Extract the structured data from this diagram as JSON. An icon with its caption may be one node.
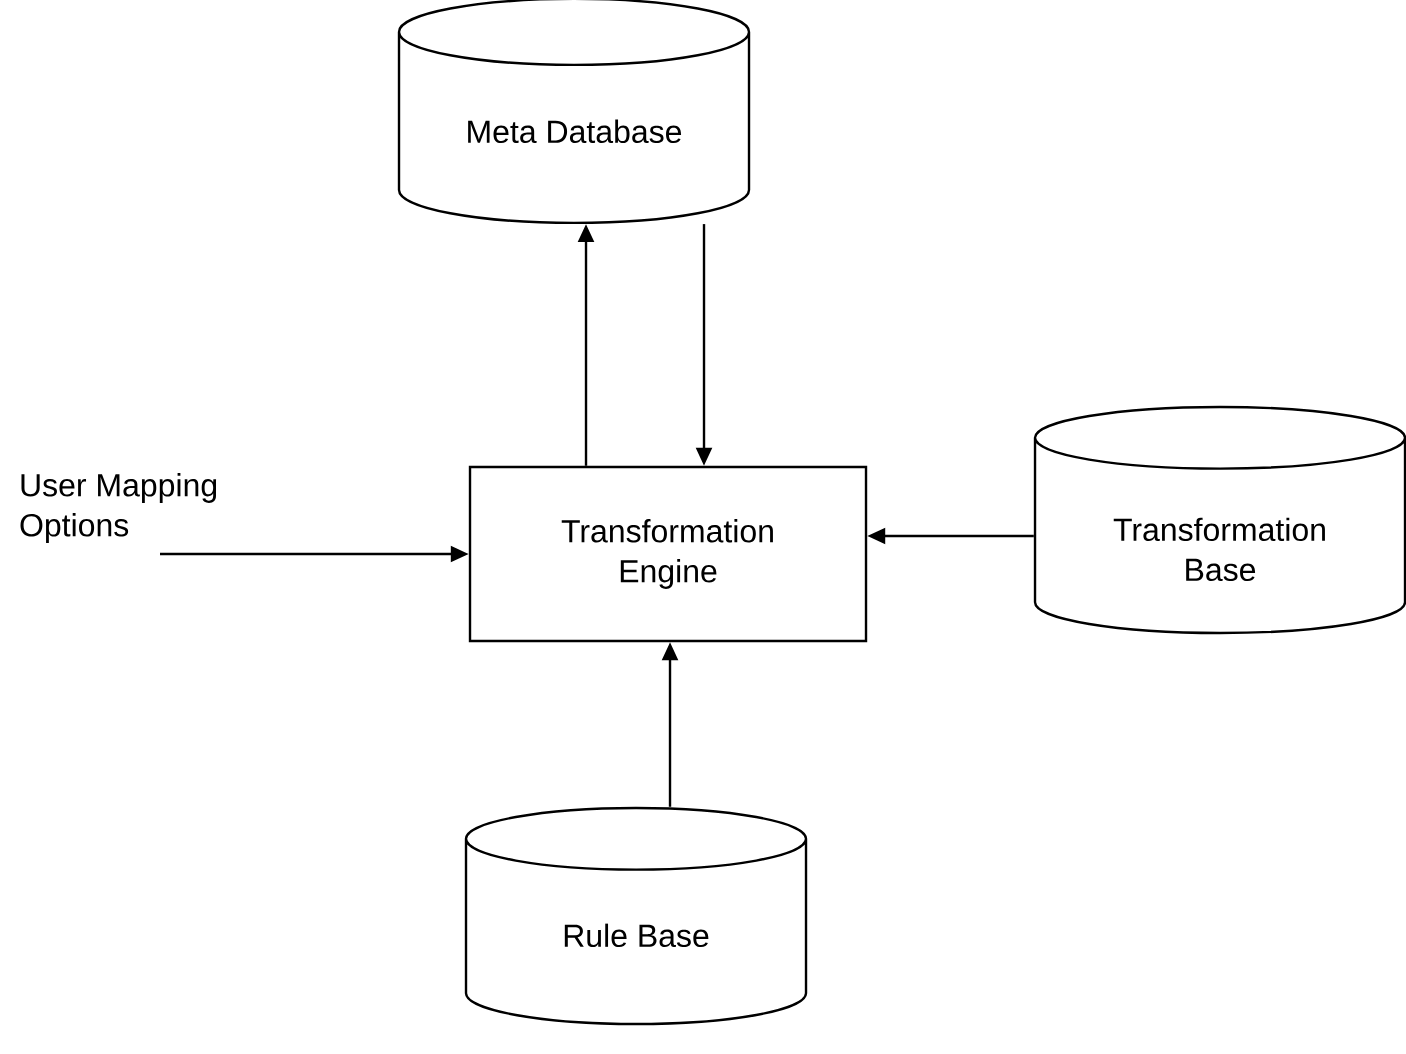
{
  "diagram": {
    "nodes": [
      {
        "text": [
          "Meta Database"
        ]
      },
      {
        "text": [
          "Transformation Engine"
        ]
      },
      {
        "text": [
          "Transformation Base"
        ]
      },
      {
        "text": [
          "Rule Base"
        ]
      },
      {
        "text": [
          "User Mapping Options"
        ]
      }
    ],
    "edges": [
      {
        "from": 1,
        "to": 0,
        "arrow": "to"
      },
      {
        "from": 0,
        "to": 1,
        "arrow": "to"
      },
      {
        "from": 2,
        "to": 1,
        "arrow": "to"
      },
      {
        "from": 3,
        "to": 1,
        "arrow": "to"
      },
      {
        "from": 4,
        "to": 1,
        "arrow": "to"
      }
    ]
  }
}
